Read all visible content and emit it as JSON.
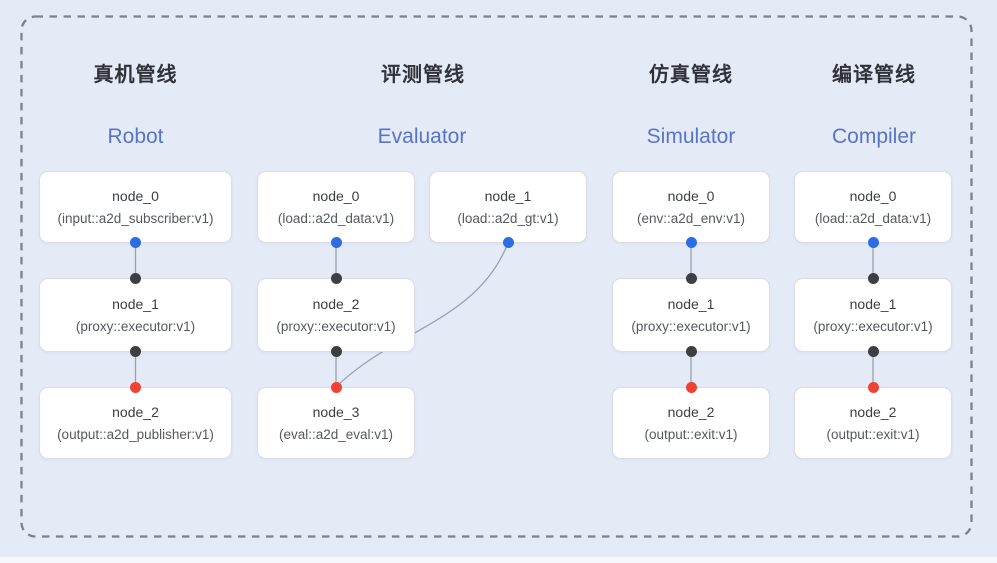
{
  "colors": {
    "background": "#e5eaf7",
    "frame_dash": "#7b818d",
    "title_zh": "#303239",
    "title_en": "#5874c9",
    "node_bg": "#ffffff",
    "node_border": "#dadde5",
    "node_title": "#3b3e45",
    "node_detail": "#54585f",
    "edge": "#98a1b3",
    "port_source_blue": "#2c6ce5",
    "port_executor_black": "#3c3f44",
    "port_sink_red": "#ef4231"
  },
  "pipelines": [
    {
      "id": "robot",
      "title_zh": "真机管线",
      "title_en": "Robot",
      "nodes": [
        {
          "name": "node_0",
          "detail": "(input::a2d_subscriber:v1)"
        },
        {
          "name": "node_1",
          "detail": "(proxy::executor:v1)"
        },
        {
          "name": "node_2",
          "detail": "(output::a2d_publisher:v1)"
        }
      ]
    },
    {
      "id": "evaluator",
      "title_zh": "评测管线",
      "title_en": "Evaluator",
      "nodes": [
        {
          "name": "node_0",
          "detail": "(load::a2d_data:v1)"
        },
        {
          "name": "node_1",
          "detail": "(load::a2d_gt:v1)"
        },
        {
          "name": "node_2",
          "detail": "(proxy::executor:v1)"
        },
        {
          "name": "node_3",
          "detail": "(eval::a2d_eval:v1)"
        }
      ]
    },
    {
      "id": "simulator",
      "title_zh": "仿真管线",
      "title_en": "Simulator",
      "nodes": [
        {
          "name": "node_0",
          "detail": "(env::a2d_env:v1)"
        },
        {
          "name": "node_1",
          "detail": "(proxy::executor:v1)"
        },
        {
          "name": "node_2",
          "detail": "(output::exit:v1)"
        }
      ]
    },
    {
      "id": "compiler",
      "title_zh": "编译管线",
      "title_en": "Compiler",
      "nodes": [
        {
          "name": "node_0",
          "detail": "(load::a2d_data:v1)"
        },
        {
          "name": "node_1",
          "detail": "(proxy::executor:v1)"
        },
        {
          "name": "node_2",
          "detail": "(output::exit:v1)"
        }
      ]
    }
  ],
  "edges": [
    {
      "from": "robot.node_0",
      "to": "robot.node_1"
    },
    {
      "from": "robot.node_1",
      "to": "robot.node_2"
    },
    {
      "from": "evaluator.node_0",
      "to": "evaluator.node_2"
    },
    {
      "from": "evaluator.node_1",
      "to": "evaluator.node_3"
    },
    {
      "from": "evaluator.node_2",
      "to": "evaluator.node_3"
    },
    {
      "from": "simulator.node_0",
      "to": "simulator.node_1"
    },
    {
      "from": "simulator.node_1",
      "to": "simulator.node_2"
    },
    {
      "from": "compiler.node_0",
      "to": "compiler.node_1"
    },
    {
      "from": "compiler.node_1",
      "to": "compiler.node_2"
    }
  ]
}
